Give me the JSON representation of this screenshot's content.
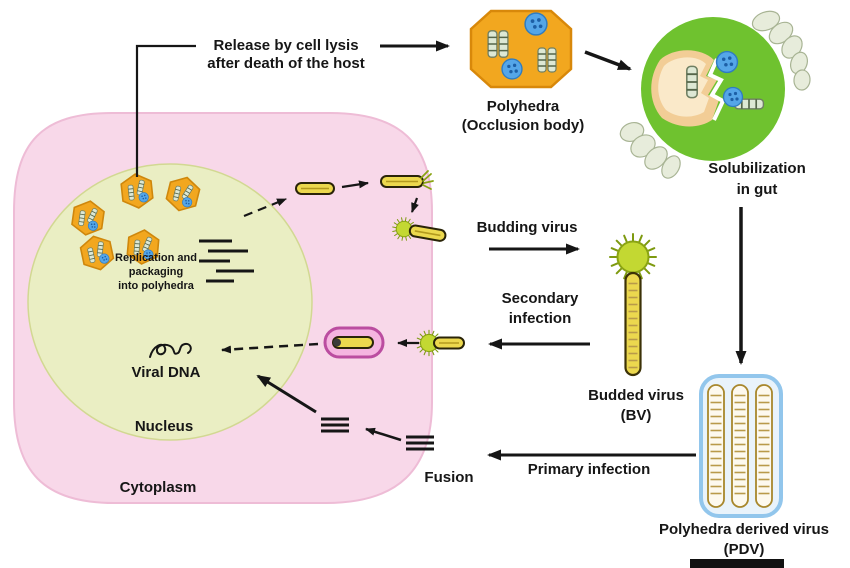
{
  "figure": {
    "subject": "Baculovirus infection and replication cycle diagram"
  },
  "cell": {
    "cytoplasm_label": "Cytoplasm",
    "nucleus_label": "Nucleus",
    "viral_dna_label": "Viral DNA",
    "replication_caption": {
      "line1": "Replication and",
      "line2": "packaging",
      "line3": "into polyhedra"
    }
  },
  "top_path": {
    "release_caption": {
      "line1": "Release by cell lysis",
      "line2": "after death of the host"
    },
    "polyhedra_caption": {
      "line1": "Polyhedra",
      "line2": "(Occlusion body)"
    },
    "solubilization_caption": {
      "line1": "Solubilization",
      "line2": "in gut"
    }
  },
  "right_path": {
    "pdv_caption": {
      "line1": "Polyhedra derived virus",
      "line2": "(PDV)"
    },
    "primary_infection_label": "Primary infection",
    "fusion_label": "Fusion"
  },
  "bv_path": {
    "budding_virus_label": "Budding virus",
    "secondary_caption": {
      "line1": "Secondary",
      "line2": "infection"
    },
    "budded_virus_caption": {
      "line1": "Budded virus",
      "line2": "(BV)"
    }
  },
  "colors": {
    "cell_pink": "#f8d8e9",
    "nucleus_green": "#eaeec3",
    "polyhedra_orange": "#f2a71f",
    "virus_rod_yellow": "#ecd84e",
    "gut_green": "#6fc22f",
    "pdv_box_fill": "#e9f3fb",
    "pdv_box_border": "#92c6ec",
    "endosome_magenta": "#f5b5e0",
    "virion_blue": "#55a6e8",
    "envelope_green": "#c3d832",
    "line_black": "#161616"
  }
}
